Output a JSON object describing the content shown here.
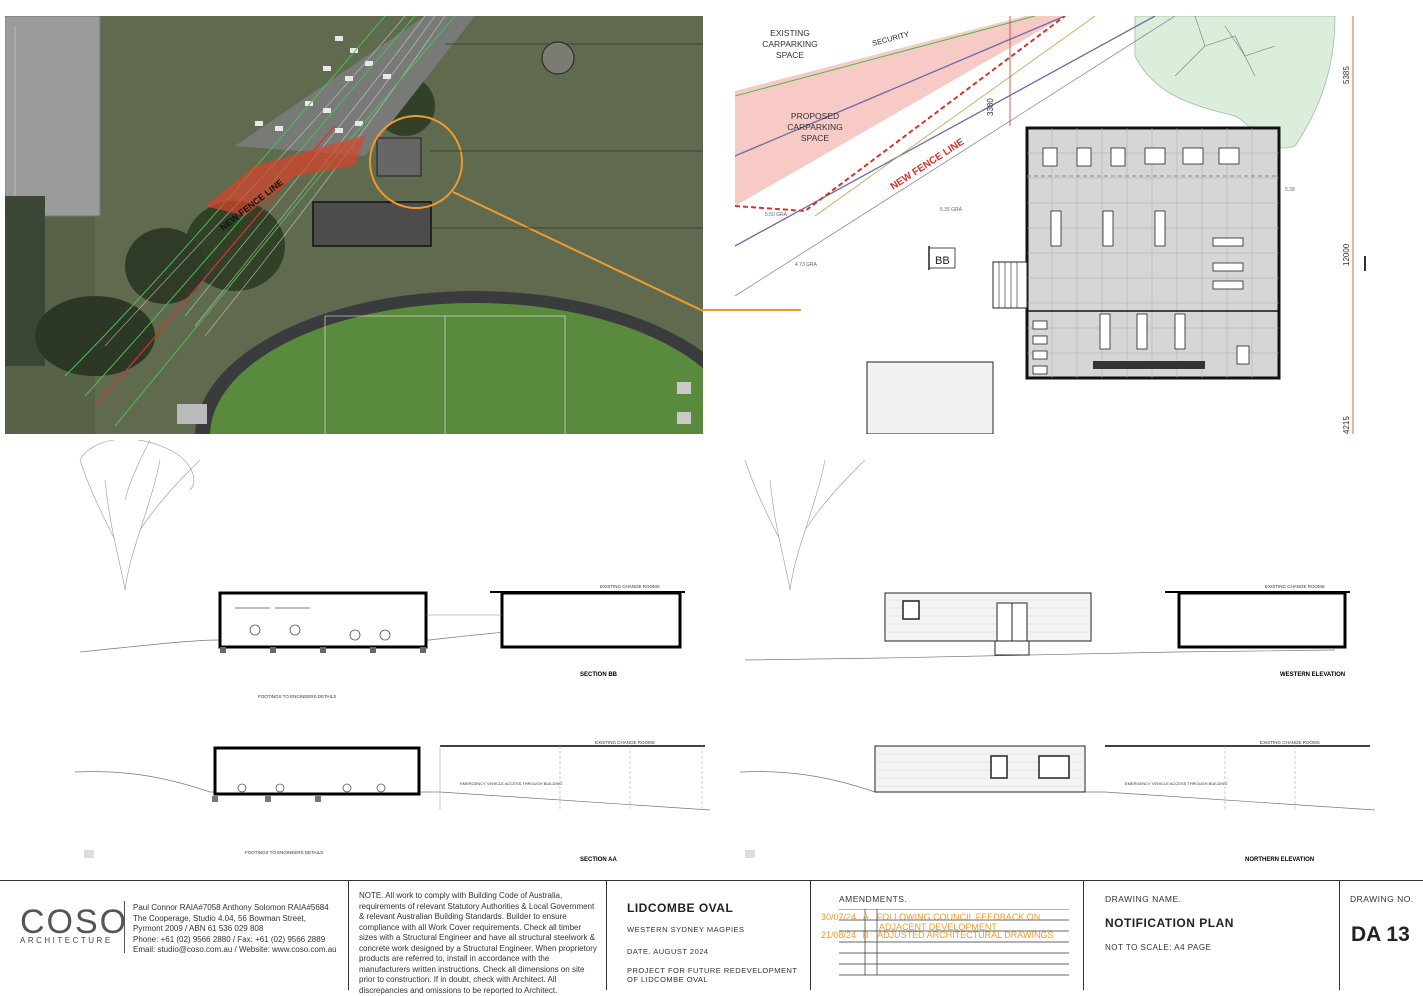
{
  "aerial": {
    "fence_label": "NEW FENCE LINE"
  },
  "plan": {
    "existing_carparking": [
      "EXISTING",
      "CARPARKING",
      "SPACE"
    ],
    "security": "SECURITY",
    "proposed_carparking": [
      "PROPOSED",
      "CARPARKING",
      "SPACE"
    ],
    "fence_label": "NEW FENCE LINE",
    "bb_marker": "BB",
    "dimension_3380": "3380",
    "dimension_5385": "5385",
    "dimension_12000": "12000",
    "dimension_4215": "4215"
  },
  "drawings": {
    "section_bb": "SECTION BB",
    "western_elevation": "WESTERN ELEVATION",
    "section_aa": "SECTION AA",
    "northern_elevation": "NORTHERN ELEVATION"
  },
  "title_block": {
    "logo": "COSO",
    "logo_sub": "ARCHITECTURE",
    "contact": [
      "Paul Connor RAIA#7058 Anthony Solomon RAIA#5684",
      "The Cooperage, Studio 4.04, 56 Bowman Street,",
      "Pyrmont 2009 / ABN 61 536 029 808",
      "Phone: +61 (02) 9566 2880 / Fax: +61 (02) 9566 2889",
      "Email: studio@coso.com.au / Website: www.coso.com.au"
    ],
    "note": "NOTE. All work to comply with Building Code of Australia, requirements of relevant Statutory Authorities & Local Government & relevant Australian Building Standards. Builder to ensure compliance with all Work Cover requirements. Check all timber sizes with a Structural Engineer and have all structural steelwork & concrete work designed by a Structural Engineer. When proprietory products are referred to, install in accordance with the manufacturers written instructions. Check all dimensions on site prior to construction. If in doubt, check with Architect. All discrepancies and omissions to be reported to Architect.",
    "project_title": "LIDCOMBE OVAL",
    "client": "WESTERN SYDNEY MAGPIES",
    "date": "DATE. AUGUST 2024",
    "project_desc": [
      "PROJECT FOR FUTURE REDEVELOPMENT",
      "OF LIDCOMBE OVAL"
    ],
    "amendments_label": "AMENDMENTS.",
    "amendments": [
      {
        "date": "30/07/24",
        "rev": "A",
        "desc": "FOLLOWING COUNCIL FEEDBACK ON",
        "desc2": "ADJACENT DEVELOPMENT"
      },
      {
        "date": "21/08/24",
        "rev": "B",
        "desc": "ADJUSTED ARCHITECTURAL DRAWINGS",
        "desc2": ""
      }
    ],
    "drawing_name_label": "DRAWING NAME.",
    "drawing_name": "NOTIFICATION PLAN",
    "scale": "NOT TO SCALE: A4 PAGE",
    "drawing_no_label": "DRAWING NO.",
    "drawing_no": "DA 13"
  },
  "colors": {
    "accent_orange": "#f39a2c",
    "fence_red": "#d9342b",
    "carpark_pink": "#f6c4c0"
  }
}
